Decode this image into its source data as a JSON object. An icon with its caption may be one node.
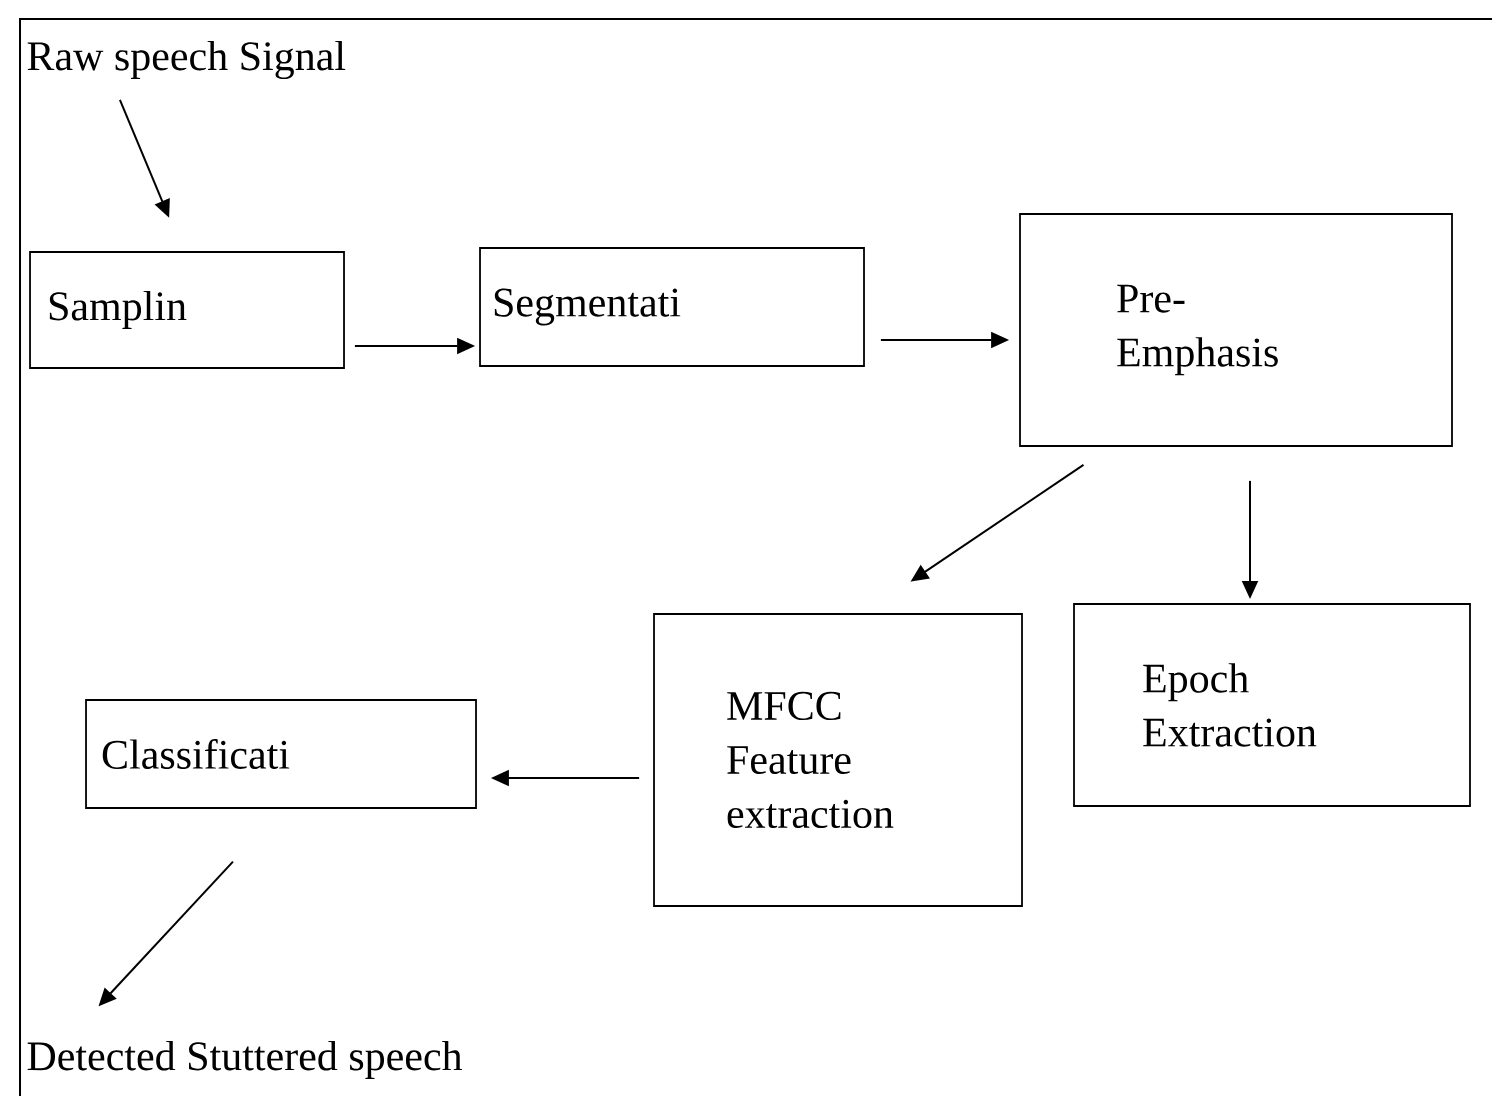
{
  "diagram": {
    "nodes": [
      {
        "text": [
          "Raw speech Signal"
        ]
      },
      {
        "text": [
          "Samplin"
        ]
      },
      {
        "text": [
          "Segmentati"
        ]
      },
      {
        "text": [
          "Pre- Emphasis"
        ]
      },
      {
        "text": [
          "Classificati"
        ]
      },
      {
        "text": [
          "MFCC Feature extraction"
        ]
      },
      {
        "text": [
          "Epoch Extraction"
        ]
      },
      {
        "text": [
          "Detected Stuttered speech"
        ]
      }
    ],
    "edges": [
      {
        "from": 0,
        "to": 1,
        "arrow": "to"
      },
      {
        "from": 1,
        "to": 2,
        "arrow": "to"
      },
      {
        "from": 2,
        "to": 3,
        "arrow": "to"
      },
      {
        "from": 3,
        "to": 5,
        "arrow": "to"
      },
      {
        "from": 3,
        "to": 6,
        "arrow": "to"
      },
      {
        "from": 5,
        "to": 4,
        "arrow": "to"
      },
      {
        "from": 4,
        "to": 7,
        "arrow": "to"
      }
    ]
  }
}
